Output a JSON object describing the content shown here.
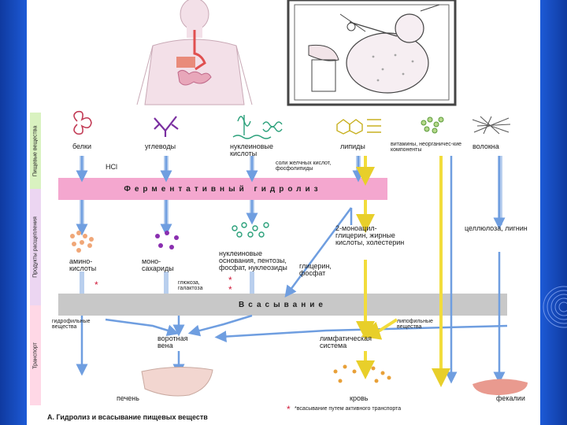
{
  "side_labels": {
    "top": "Пищевые вещества",
    "middle": "Продукты расщепления",
    "bottom": "Транспорт"
  },
  "bands": {
    "hydrolysis": "Ферментативный гидролиз",
    "absorption": "Всасывание"
  },
  "nutrients": {
    "proteins": "белки",
    "carbs": "углеводы",
    "nucleic": "нуклеиновые кислоты",
    "lipids": "липиды",
    "vitamins": "витамины, неорганичес-кие компоненты",
    "fiber": "волокна"
  },
  "annotations": {
    "hcl": "HCl",
    "bile": "соли желчных кислот, фосфолипиды"
  },
  "products": {
    "amino": "амино-кислоты",
    "mono": "моно-сахариды",
    "nucleo": "нуклеиновые основания, пентозы, фосфат, нуклеозиды",
    "glycerol": "глицерин, фосфат",
    "monoacyl": "2-моноацил-глицерин, жирные кислоты, холестерин",
    "cellulose": "целлюлоза, лигнин",
    "glucose": "глюкоза, галактоза"
  },
  "transport": {
    "hydrophilic": "гидрофильные вещества",
    "lipophilic": "липофильные вещества",
    "portal": "воротная вена",
    "lymph": "лимфатическая система"
  },
  "destinations": {
    "liver": "печень",
    "blood": "кровь",
    "feces": "фекалии"
  },
  "footer": {
    "caption": "А. Гидролиз и всасывание пищевых веществ",
    "note": "*всасывание путем активного транспорта"
  },
  "colors": {
    "background": "#1650c6",
    "hydrolysis_band": "#f4a7cf",
    "absorption_band": "#c8c8c8",
    "water_path": "#6f9ee0",
    "lipid_path": "#f2dc3c"
  }
}
